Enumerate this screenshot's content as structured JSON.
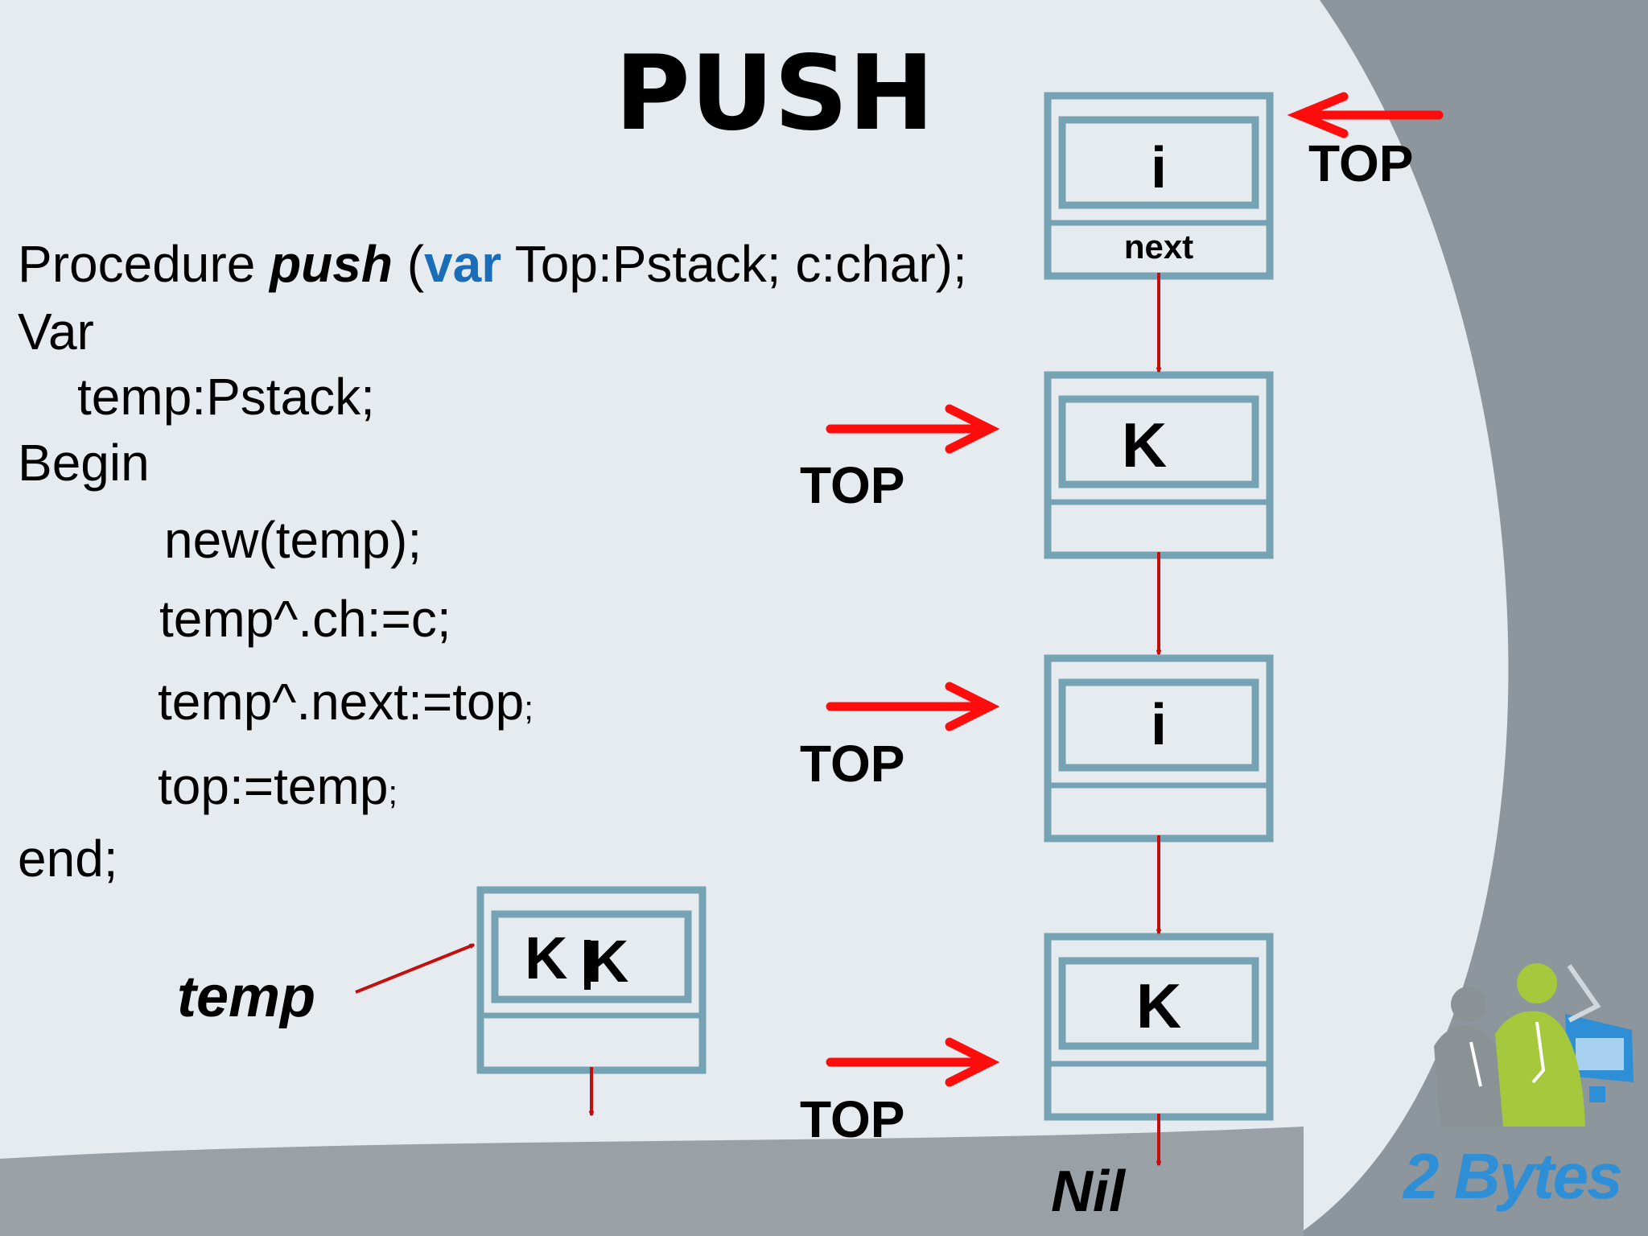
{
  "title": "PUSH",
  "code": {
    "line1": {
      "prefix": "Procedure ",
      "name": "push",
      "paren_open": " (",
      "keyword": "var",
      "rest": " Top:Pstack; c:char);"
    },
    "line2": "Var",
    "line3": "temp:Pstack;",
    "line4": "Begin",
    "line5": "new(temp);",
    "line6": "temp^.ch:=c;",
    "line7_main": "temp^.next:=top",
    "line7_semi": ";",
    "line8_main": "top:=temp",
    "line8_semi": ";",
    "line9": "end;"
  },
  "stack_nodes": [
    {
      "value": "i",
      "next_label": "next"
    },
    {
      "value": "K"
    },
    {
      "value": "i"
    },
    {
      "value": "K"
    }
  ],
  "temp_node": {
    "value": "K",
    "value_overlay": "K"
  },
  "labels": {
    "top_1": "TOP",
    "top_2": "TOP",
    "top_3": "TOP",
    "top_4": "TOP",
    "temp": "temp",
    "nil": "Nil"
  },
  "logo": {
    "text": "2 Bytes"
  },
  "colors": {
    "background": "#e6ebf0",
    "corner_shape": "#8c969c",
    "bottom_band": "#9aa1a6",
    "node_border": "#76a3b3",
    "arrow_red": "#ff0d0d",
    "link_red": "#c40d0d",
    "keyword_blue": "#1a6db8",
    "logo_blue": "#2f8fd6",
    "logo_green": "#a6c83c"
  }
}
